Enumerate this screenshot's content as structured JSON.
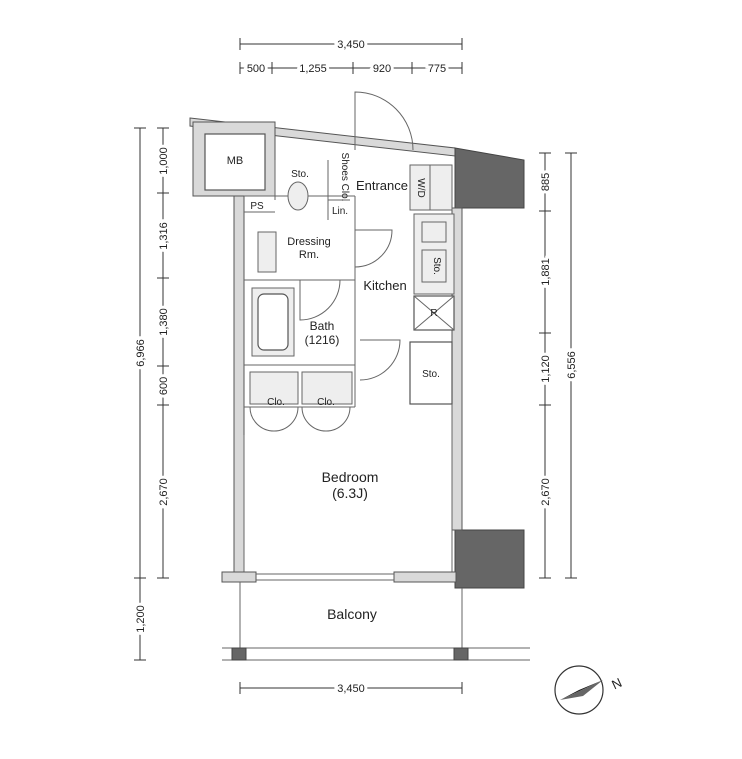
{
  "rooms": {
    "mb": "MB",
    "ps": "PS",
    "sto_top": "Sto.",
    "shoes_clo": "Shoes Clo.",
    "entrance": "Entrance",
    "wd": "W/D",
    "lin": "Lin.",
    "dressing_1": "Dressing",
    "dressing_2": "Rm.",
    "kitchen": "Kitchen",
    "sto_kitchen": "Sto.",
    "r": "R",
    "bath_1": "Bath",
    "bath_2": "(1216)",
    "sto_right": "Sto.",
    "clo_1": "Clo.",
    "clo_2": "Clo.",
    "bedroom_1": "Bedroom",
    "bedroom_2": "(6.3J)",
    "balcony": "Balcony"
  },
  "dimensions": {
    "top_total": "3,450",
    "top_segments": [
      "500",
      "1,255",
      "920",
      "775"
    ],
    "left_total": "6,966",
    "left_segments": [
      "1,000",
      "1,316",
      "1,380",
      "600",
      "2,670"
    ],
    "left_balcony": "1,200",
    "right_total": "6,556",
    "right_segments": [
      "885",
      "1,881",
      "1,120",
      "2,670"
    ],
    "bottom_total": "3,450"
  },
  "compass": {
    "label": "N"
  }
}
